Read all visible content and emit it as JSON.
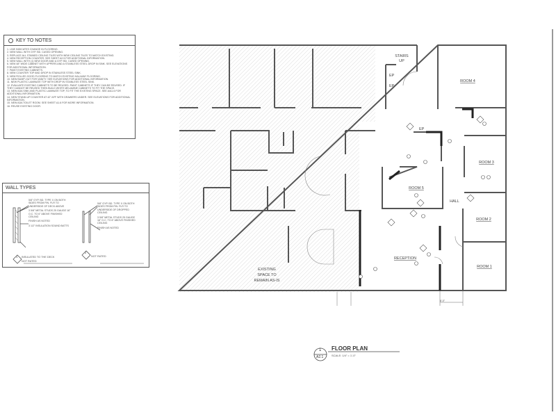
{
  "key_to_notes": {
    "title": "KEY TO NOTES",
    "notes": [
      "1. LINE INDICATES CHANGE IN FLOORING.",
      "2. NEW WALL WITH GYP. BD. CASED OPENING.",
      "3. REPLACE ALL STAINED CEILING TILES WITH NEW CEILING TILES TO MATCH EXISTING.",
      "4. NEW RECEPTION COUNTER. SEE SHEET A2.5 FOR ADDITIONAL INFORMATION.",
      "5. NEW WALL WITH (1) NEW DOOR AND A GYP. BD. CASED OPENING.",
      "6. NEW 48\" WIDE CABINET WITH UPPERS AND A STAINLESS STEEL DROP IN SINK. SEE ELEVATIONS FOR ADDITIONAL INFORMATION.",
      "7. PAINT EXISTING CABINETS.",
      "8. NEW COUNTER TOP AND DROP IN STAINLESS STEEL SINK.",
      "9. NEW ROLLED GOOD FLOORING TO MATCH EXISTING HALLWAY FLOORING.",
      "10. NEW BUMP-OUT FOR VANITY. SEE ELEVATIONS FOR ADDITIONAL INFORMATION.",
      "11. NEW PLASTIC LAMINATE TOP WITH DROP IN STAINLESS STEEL SINK.",
      "12. EVALUATE EXISTING CABINETS TO BE REUSED. PAINT CABINETS IF THEY CAN BE REUSED. IF THEY CANNOT BE REUSED THEN BUILD WHITE MELAMINE CABINETS TO FIT THE SPACE.",
      "13. NEW ADA SINK AND PLASTIC LAMINATE TOP, TO FIT THE EXISTING SPACE. SEE A/A1.6 FOR ADDITIONAL INFORMATION.",
      "14. NEW STAND-UP COUNTER AT 42\" AFF WITH DRAWERS UNDER. SEE ELEVATIONS FOR ADDITIONAL INFORMATION.",
      "15. NEW ADA TOILET ROOM. SEE SHEET A1.6 FOR MORE INFORMATION.",
      "16. REUSE EXISTING DOOR."
    ]
  },
  "wall_types": {
    "title": "WALL TYPES",
    "type1": {
      "lines": [
        "5/8\" GYP. BD. TYPE X ON BOTH SIDES FROM FIN. FLR TO UNDERSIDE OF DECK ABOVE",
        "3 5/8\" METAL STUDS 25 GAUGE 16\" O.C. TO 6\" ABOVE FINISHED CEILING",
        "FINISH AS NOTED",
        "3 1/2\" INSULATION SOUND BATTS"
      ],
      "tag": "1",
      "legend": "INSULATED TO THE DECK",
      "rating": "NOT RATED"
    },
    "type2": {
      "lines": [
        "5/8\" GYP. BD. TYPE X ON BOTH SIDES FROM FIN. FLR TO UNDERSIDE OF DROPPED CEILING",
        "3 5/8\" METAL STUDS 25 GAUGE 16\" O.C. TO 6\" ABOVE FINISHED CEILING",
        "FINISH AS NOTED"
      ],
      "tag": "2",
      "rating": "NOT RATED"
    }
  },
  "plan": {
    "existing": [
      "EXISTING",
      "SPACE TO",
      "REMAIN AS-IS"
    ],
    "stairs": [
      "STAIRS",
      "UP"
    ],
    "ep": "EP",
    "rooms": {
      "room4": "ROOM 4",
      "room3": "ROOM 3",
      "room5": "ROOM 5",
      "hall": "HALL",
      "room2": "ROOM 2",
      "reception": "RECEPTION",
      "room1": "ROOM 1"
    },
    "dimension": "6'-0\""
  },
  "title": {
    "number": "1",
    "sheet": "A2.1",
    "name": "FLOOR PLAN",
    "scale": "SCALE: 1/4\" = 1'-0\""
  }
}
